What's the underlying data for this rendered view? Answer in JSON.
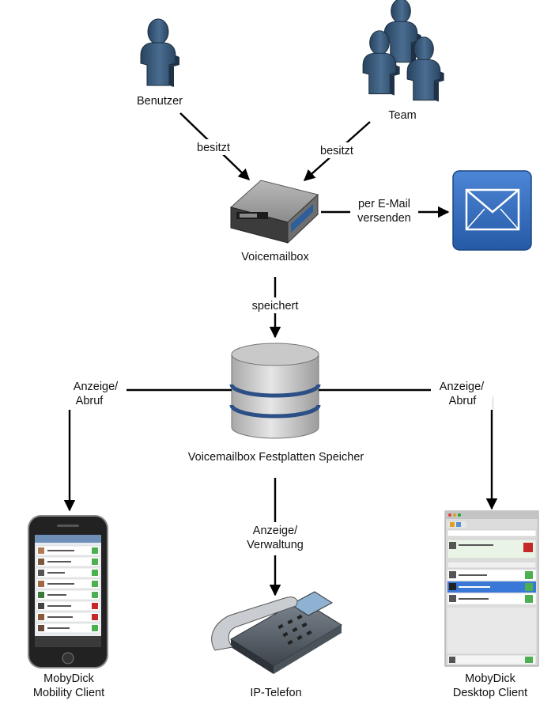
{
  "nodes": {
    "user": "Benutzer",
    "team": "Team",
    "voicemailbox": "Voicemailbox",
    "storage": "Voicemailbox Festplatten Speicher",
    "mobile_line1": "MobyDick",
    "mobile_line2": "Mobility Client",
    "phone": "IP-Telefon",
    "desktop_line1": "MobyDick",
    "desktop_line2": "Desktop Client"
  },
  "edges": {
    "user_owns": "besitzt",
    "team_owns": "besitzt",
    "email_line1": "per E-Mail",
    "email_line2": "versenden",
    "stores": "speichert",
    "left_line1": "Anzeige/",
    "left_line2": "Abruf",
    "right_line1": "Anzeige/",
    "right_line2": "Abruf",
    "manage_line1": "Anzeige/",
    "manage_line2": "Verwaltung"
  },
  "icons": {
    "user": "person-icon",
    "team": "group-icon",
    "voicemailbox": "voicemail-device-icon",
    "email": "envelope-icon",
    "storage": "database-icon",
    "mobile": "smartphone-icon",
    "phone": "desk-phone-icon",
    "desktop": "desktop-app-icon"
  },
  "colors": {
    "person": "#3a5a7a",
    "envelope_bg": "#2f66b8",
    "database_band": "#2c4f86",
    "arrow": "#000000"
  }
}
